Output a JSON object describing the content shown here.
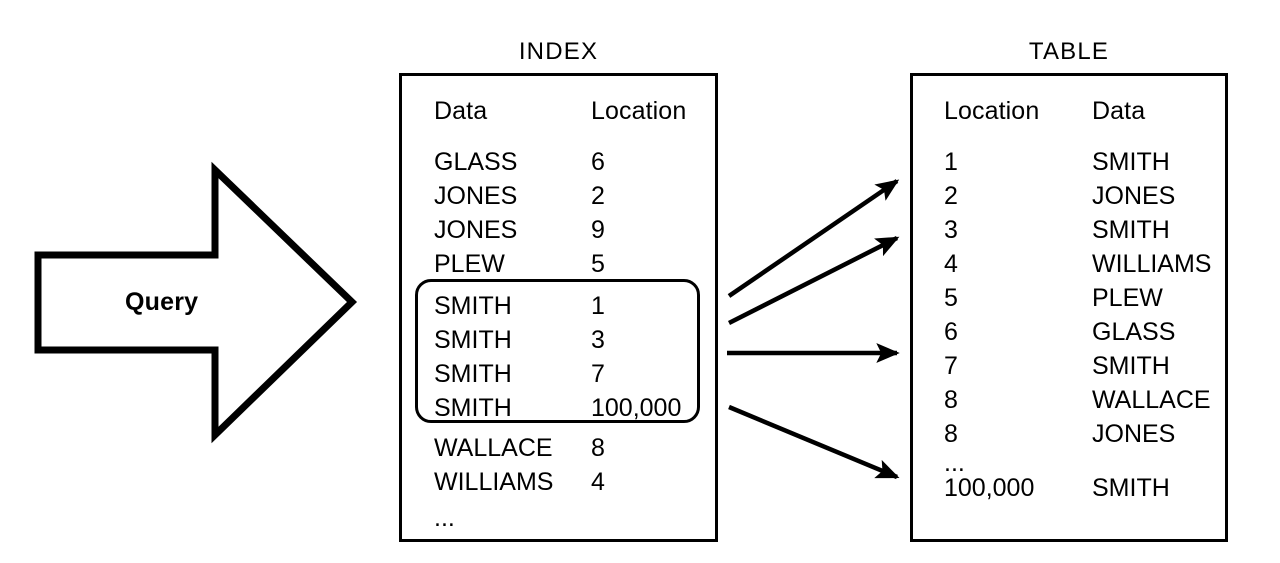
{
  "diagram": {
    "query": {
      "label": "Query",
      "shape": "block-arrow-right"
    },
    "index": {
      "title": "INDEX",
      "columns": [
        "Data",
        "Location"
      ],
      "rows": [
        {
          "data": "GLASS",
          "location": "6"
        },
        {
          "data": "JONES",
          "location": "2"
        },
        {
          "data": "JONES",
          "location": "9"
        },
        {
          "data": "PLEW",
          "location": "5"
        },
        {
          "data": "SMITH",
          "location": "1"
        },
        {
          "data": "SMITH",
          "location": "3"
        },
        {
          "data": "SMITH",
          "location": "7"
        },
        {
          "data": "SMITH",
          "location": "100,000"
        },
        {
          "data": "WALLACE",
          "location": "8"
        },
        {
          "data": "WILLIAMS",
          "location": "4"
        }
      ],
      "ellipsis": "...",
      "highlighted_rows": [
        4,
        5,
        6,
        7
      ]
    },
    "table": {
      "title": "TABLE",
      "columns": [
        "Location",
        "Data"
      ],
      "rows": [
        {
          "location": "1",
          "data": "SMITH"
        },
        {
          "location": "2",
          "data": "JONES"
        },
        {
          "location": "3",
          "data": "SMITH"
        },
        {
          "location": "4",
          "data": "WILLIAMS"
        },
        {
          "location": "5",
          "data": "PLEW"
        },
        {
          "location": "6",
          "data": "GLASS"
        },
        {
          "location": "7",
          "data": "SMITH"
        },
        {
          "location": "8",
          "data": "WALLACE"
        },
        {
          "location": "8",
          "data": "JONES"
        }
      ],
      "ellipsis": "...",
      "last_row": {
        "location": "100,000",
        "data": "SMITH"
      }
    },
    "connectors": [
      {
        "from": "index-smith-1",
        "to": "table-location-1"
      },
      {
        "from": "index-smith-3",
        "to": "table-location-3"
      },
      {
        "from": "index-smith-7",
        "to": "table-location-7"
      },
      {
        "from": "index-smith-100000",
        "to": "table-location-100000"
      }
    ],
    "colors": {
      "stroke": "#000000",
      "background": "#ffffff",
      "text": "#000000"
    }
  }
}
